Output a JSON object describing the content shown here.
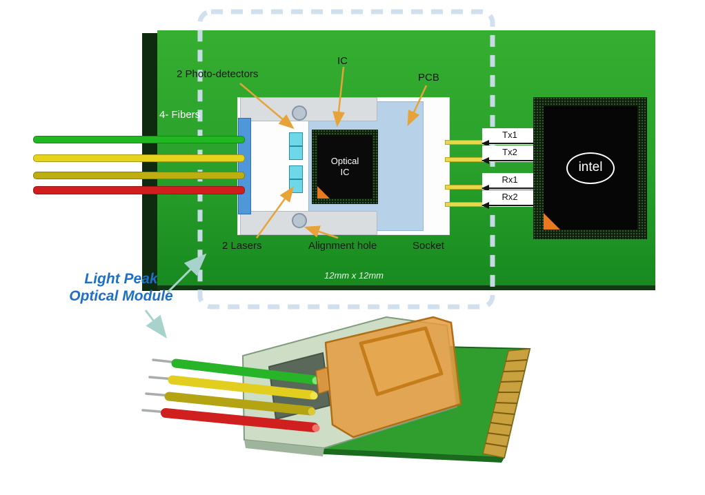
{
  "colors": {
    "board_green": "#2aa22c",
    "dashed_boundary": "#cfdeee",
    "fiber_green": "#22b822",
    "fiber_yellow": "#e6d41c",
    "fiber_olive": "#bfae12",
    "fiber_red": "#d01d1d",
    "module_pcb_blue": "#b7d2e8",
    "fiber_coupler_blue": "#4f97d9",
    "detector_cyan": "#6fd8e8",
    "chip_package_dark": "#0e1c0c",
    "pin1_notch_orange": "#e8791e",
    "annotation_arrow_yellow": "#e8a338",
    "caption_blue": "#1e6fc6",
    "caption_arrow_teal": "#a7d3cc",
    "connector_body_sage": "#cdddc6",
    "connector_cover_orange": "#e59b3f",
    "edge_connector_gold": "#c9a23f"
  },
  "board": {
    "fibers_label": "4- Fibers",
    "dimensions_label": "12mm x 12mm"
  },
  "module": {
    "photodetectors_label": "2 Photo-detectors",
    "ic_label": "IC",
    "pcb_label": "PCB",
    "lasers_label": "2 Lasers",
    "alignment_hole_label": "Alignment hole",
    "socket_label": "Socket",
    "optical_ic": {
      "line1": "Optical",
      "line2": "IC"
    }
  },
  "signals": [
    {
      "label": "Tx1"
    },
    {
      "label": "Tx2"
    },
    {
      "label": "Rx1"
    },
    {
      "label": "Rx2"
    }
  ],
  "controller": {
    "logo_text": "intel"
  },
  "caption": {
    "line1": "Light Peak",
    "line2": "Optical Module"
  }
}
